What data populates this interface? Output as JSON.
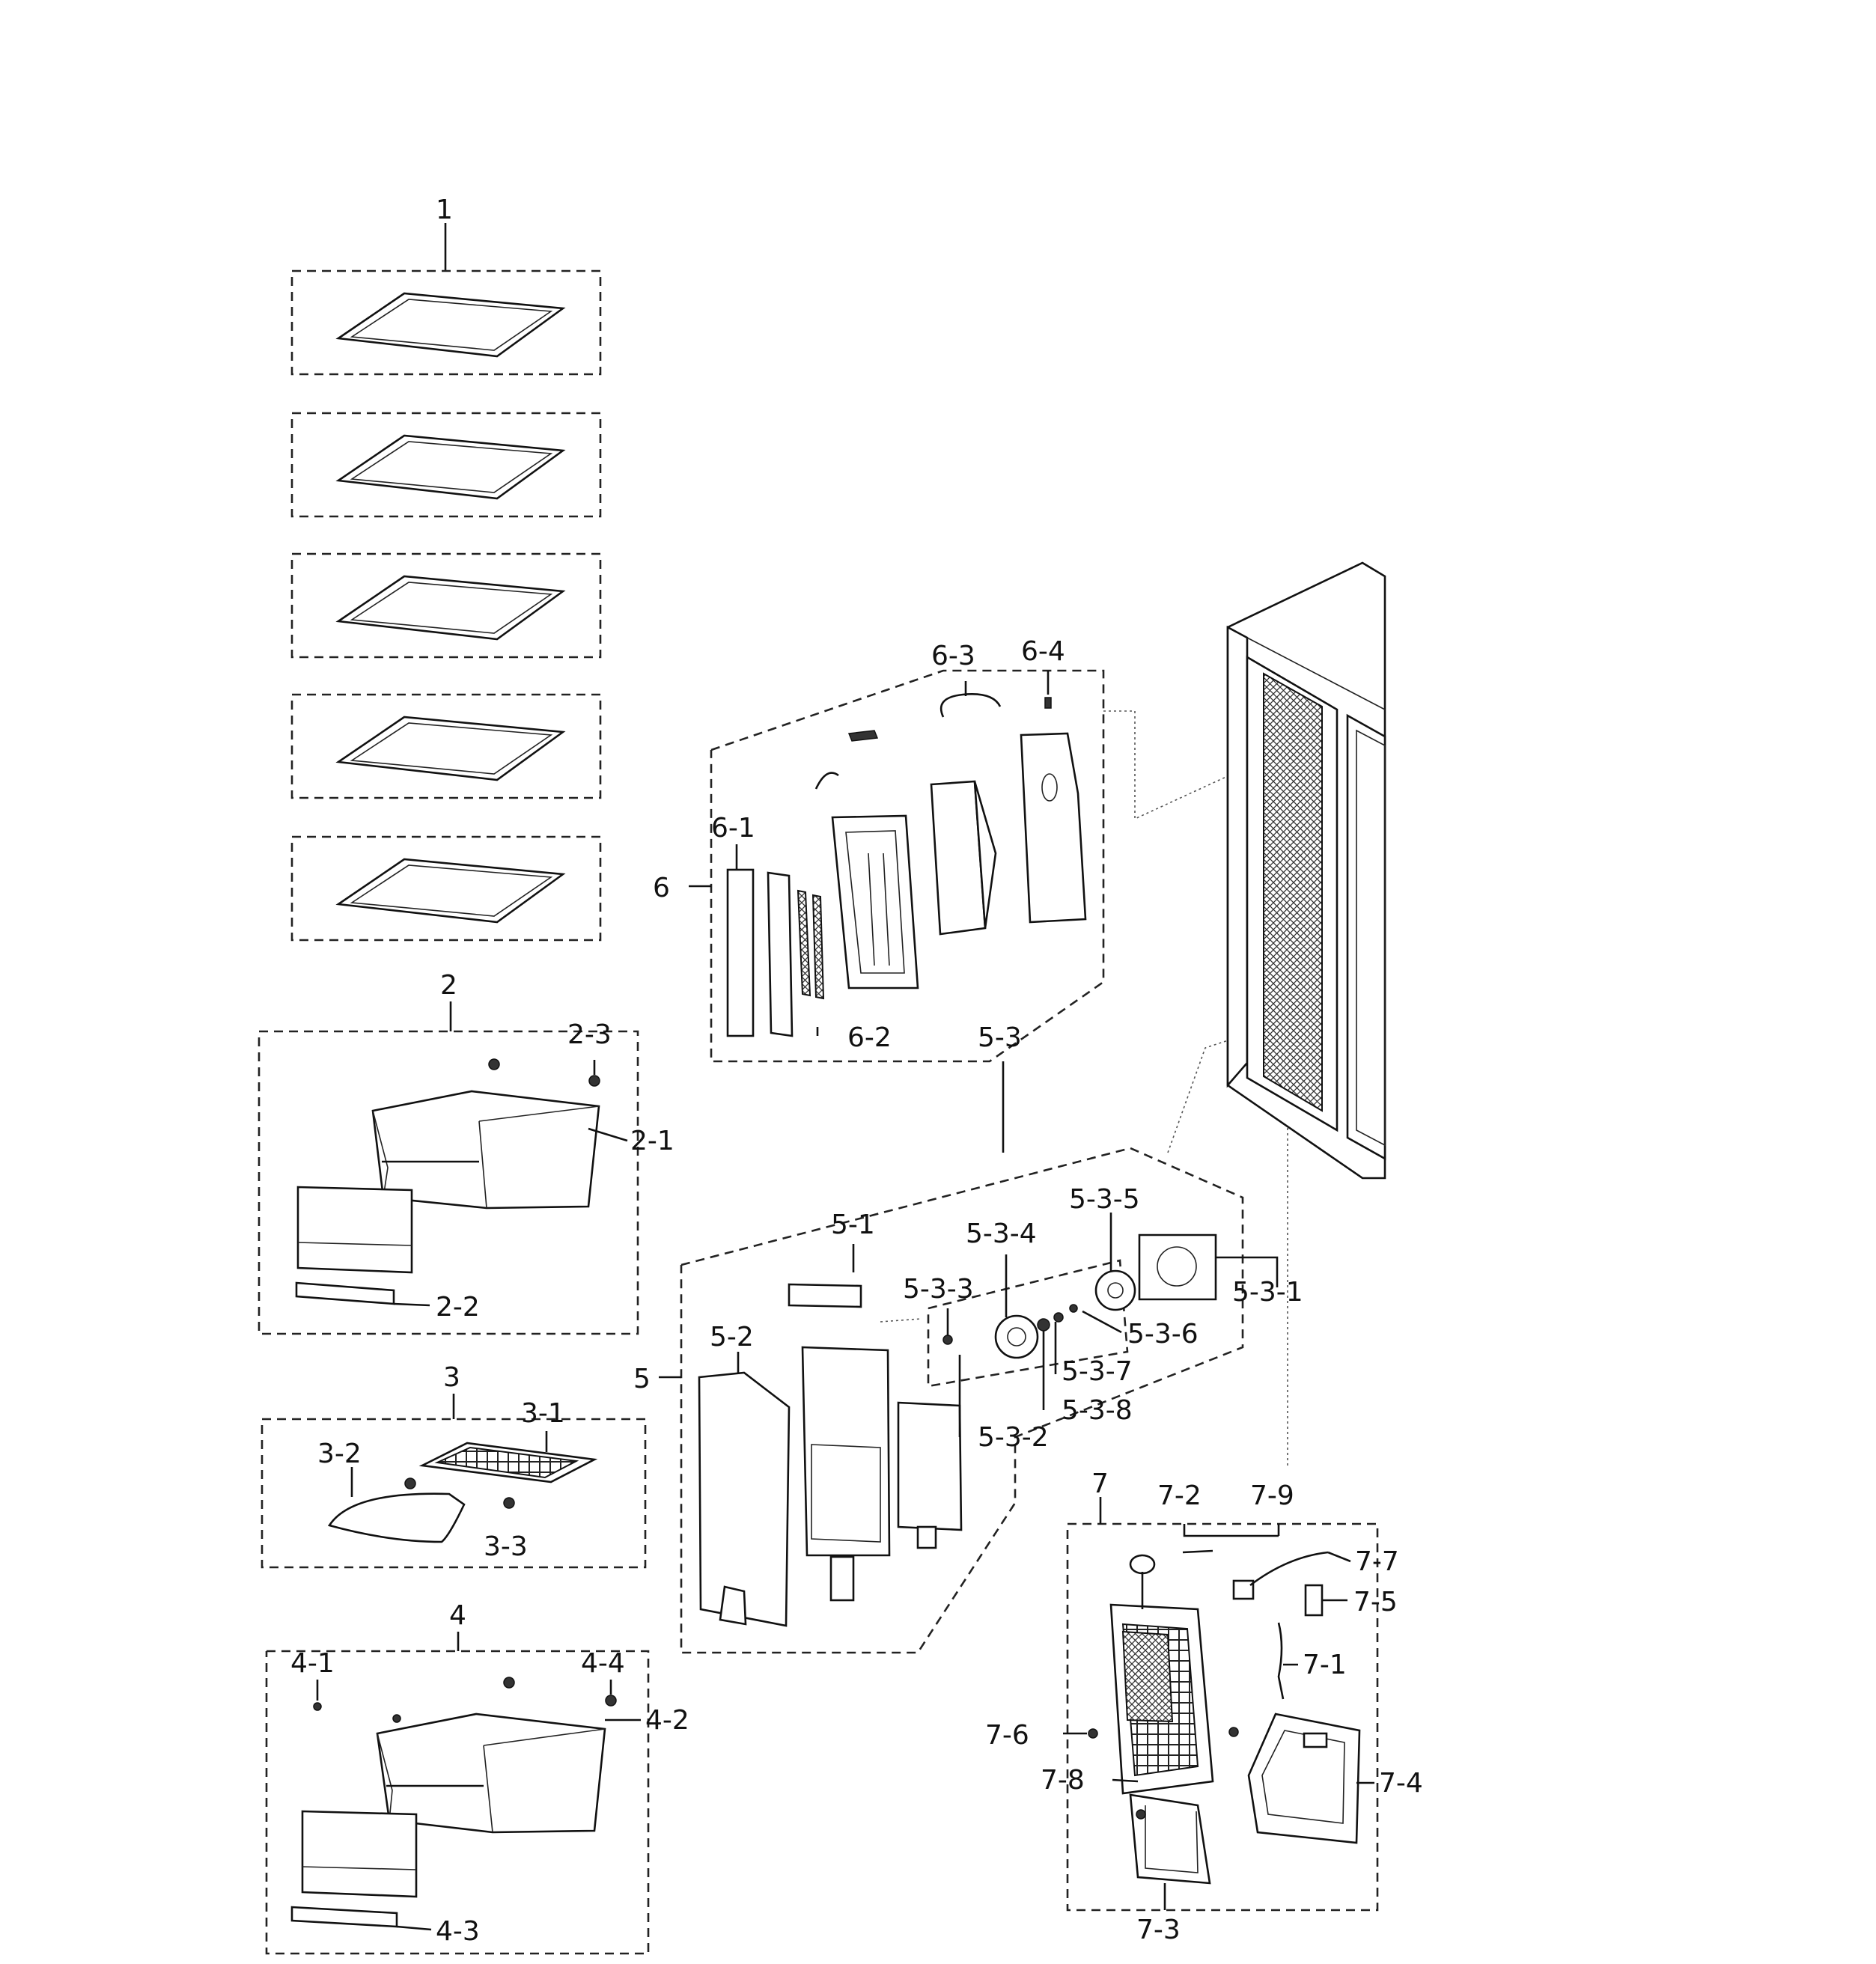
{
  "callouts": {
    "c1": "1",
    "c2": "2",
    "c2_1": "2-1",
    "c2_2": "2-2",
    "c2_3": "2-3",
    "c3": "3",
    "c3_1": "3-1",
    "c3_2": "3-2",
    "c3_3": "3-3",
    "c4": "4",
    "c4_1": "4-1",
    "c4_2": "4-2",
    "c4_3": "4-3",
    "c4_4": "4-4",
    "c5": "5",
    "c5_1": "5-1",
    "c5_2": "5-2",
    "c5_3": "5-3",
    "c5_3_1": "5-3-1",
    "c5_3_2": "5-3-2",
    "c5_3_3": "5-3-3",
    "c5_3_4": "5-3-4",
    "c5_3_5": "5-3-5",
    "c5_3_6": "5-3-6",
    "c5_3_7": "5-3-7",
    "c5_3_8": "5-3-8",
    "c6": "6",
    "c6_1": "6-1",
    "c6_2": "6-2",
    "c6_3": "6-3",
    "c6_4": "6-4",
    "c7": "7",
    "c7_1": "7-1",
    "c7_2": "7-2",
    "c7_3": "7-3",
    "c7_4": "7-4",
    "c7_5": "7-5",
    "c7_6": "7-6",
    "c7_7": "7-7",
    "c7_8": "7-8",
    "c7_9": "7-9"
  }
}
